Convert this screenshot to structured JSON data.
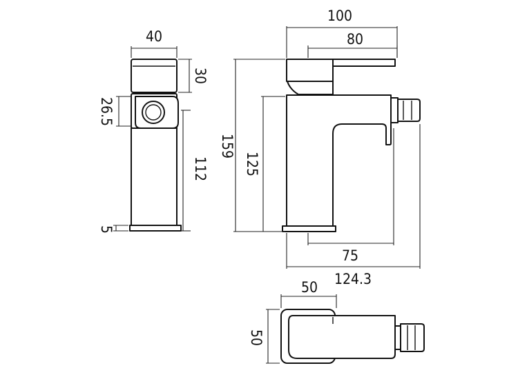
{
  "dimensions": {
    "side_width": "40",
    "side_handle_height": "30",
    "side_body_offset": "26.5",
    "side_body_height": "112",
    "side_base": "5",
    "front_total_width": "100",
    "front_lever_width": "80",
    "front_total_height": "159",
    "front_body_height": "125",
    "front_base_to_spout": "75",
    "front_overall_depth": "124.3",
    "top_width": "50",
    "top_depth": "50"
  },
  "colors": {
    "line": "#111111",
    "background": "#ffffff"
  }
}
